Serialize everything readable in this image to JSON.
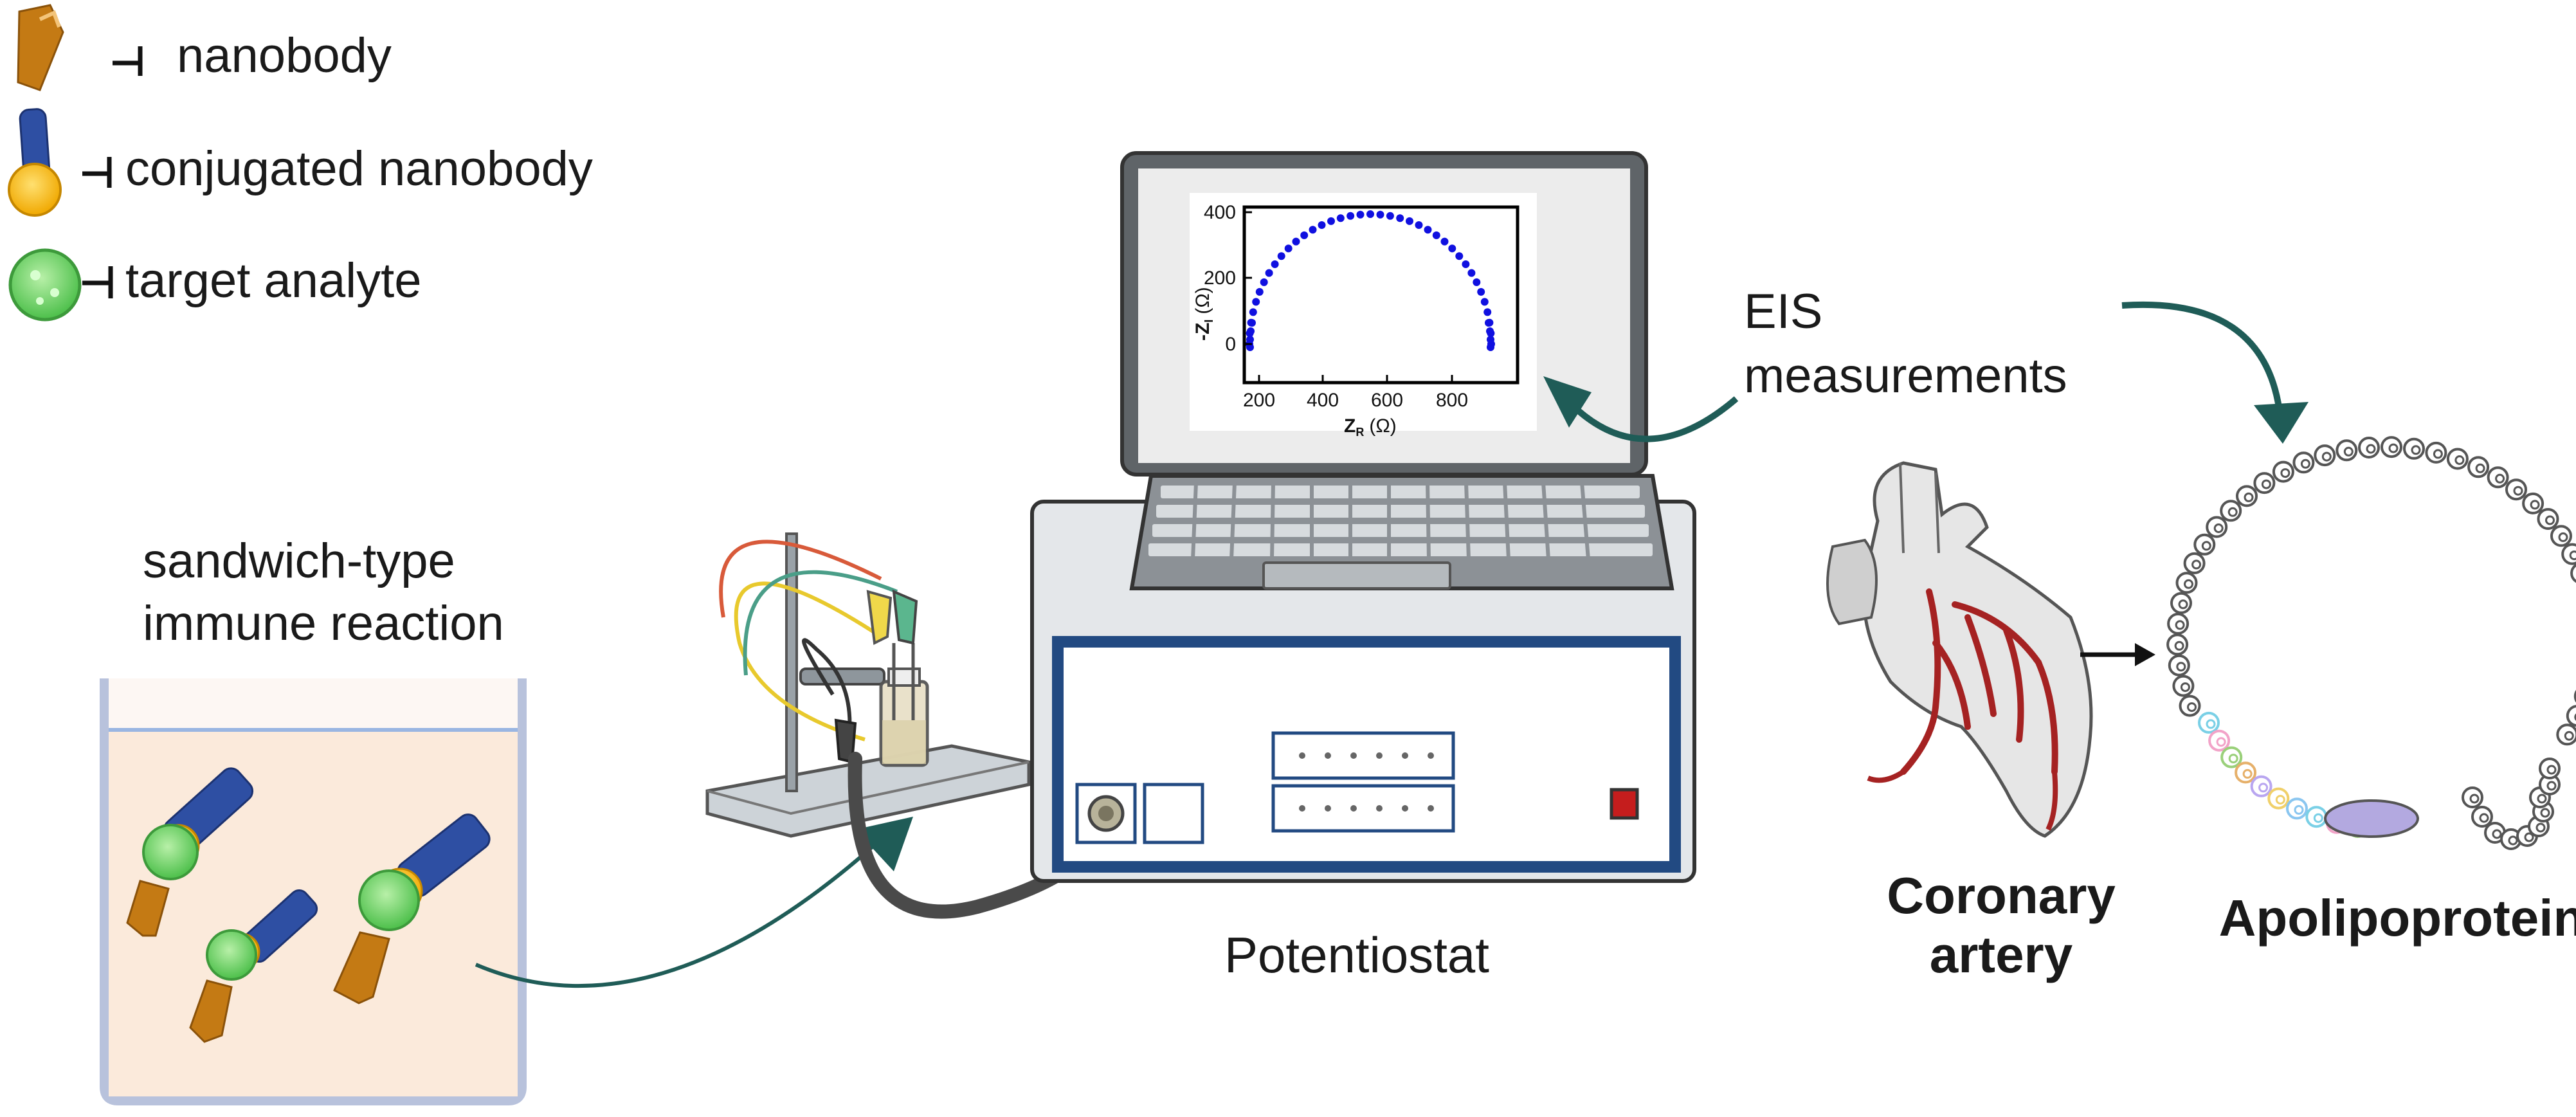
{
  "legend": {
    "items": [
      {
        "symbol": "nanobody-icon",
        "label": "nanobody"
      },
      {
        "symbol": "conjugated-nanobody-icon",
        "label": "conjugated nanobody"
      },
      {
        "symbol": "target-analyte-icon",
        "label": "target analyte"
      }
    ]
  },
  "labels": {
    "reaction_line1": "sandwich-type",
    "reaction_line2": "immune reaction",
    "potentiostat": "Potentiostat",
    "eis_line1": "EIS",
    "eis_line2": "measurements",
    "artery_line1": "Coronary",
    "artery_line2": "artery",
    "apolipoprotein": "Apolipoprotein"
  },
  "nyquist_plot": {
    "x_ticks": [
      "200",
      "400",
      "600",
      "800"
    ],
    "y_ticks": [
      "400",
      "200",
      "0"
    ],
    "x_label": "Z",
    "x_label_sub": "R",
    "x_label_unit": "(Ω)",
    "y_label": "-Z",
    "y_label_sub": "I",
    "y_label_unit": "(Ω)"
  },
  "colors": {
    "nanobody": "#c47a14",
    "conjugated_nanobody": "#2e4fa3",
    "gold": "#f5b800",
    "analyte": "#6fd06a",
    "arrow": "#1f5c57",
    "plot_points": "#1010e0",
    "artery": "#a52222"
  }
}
